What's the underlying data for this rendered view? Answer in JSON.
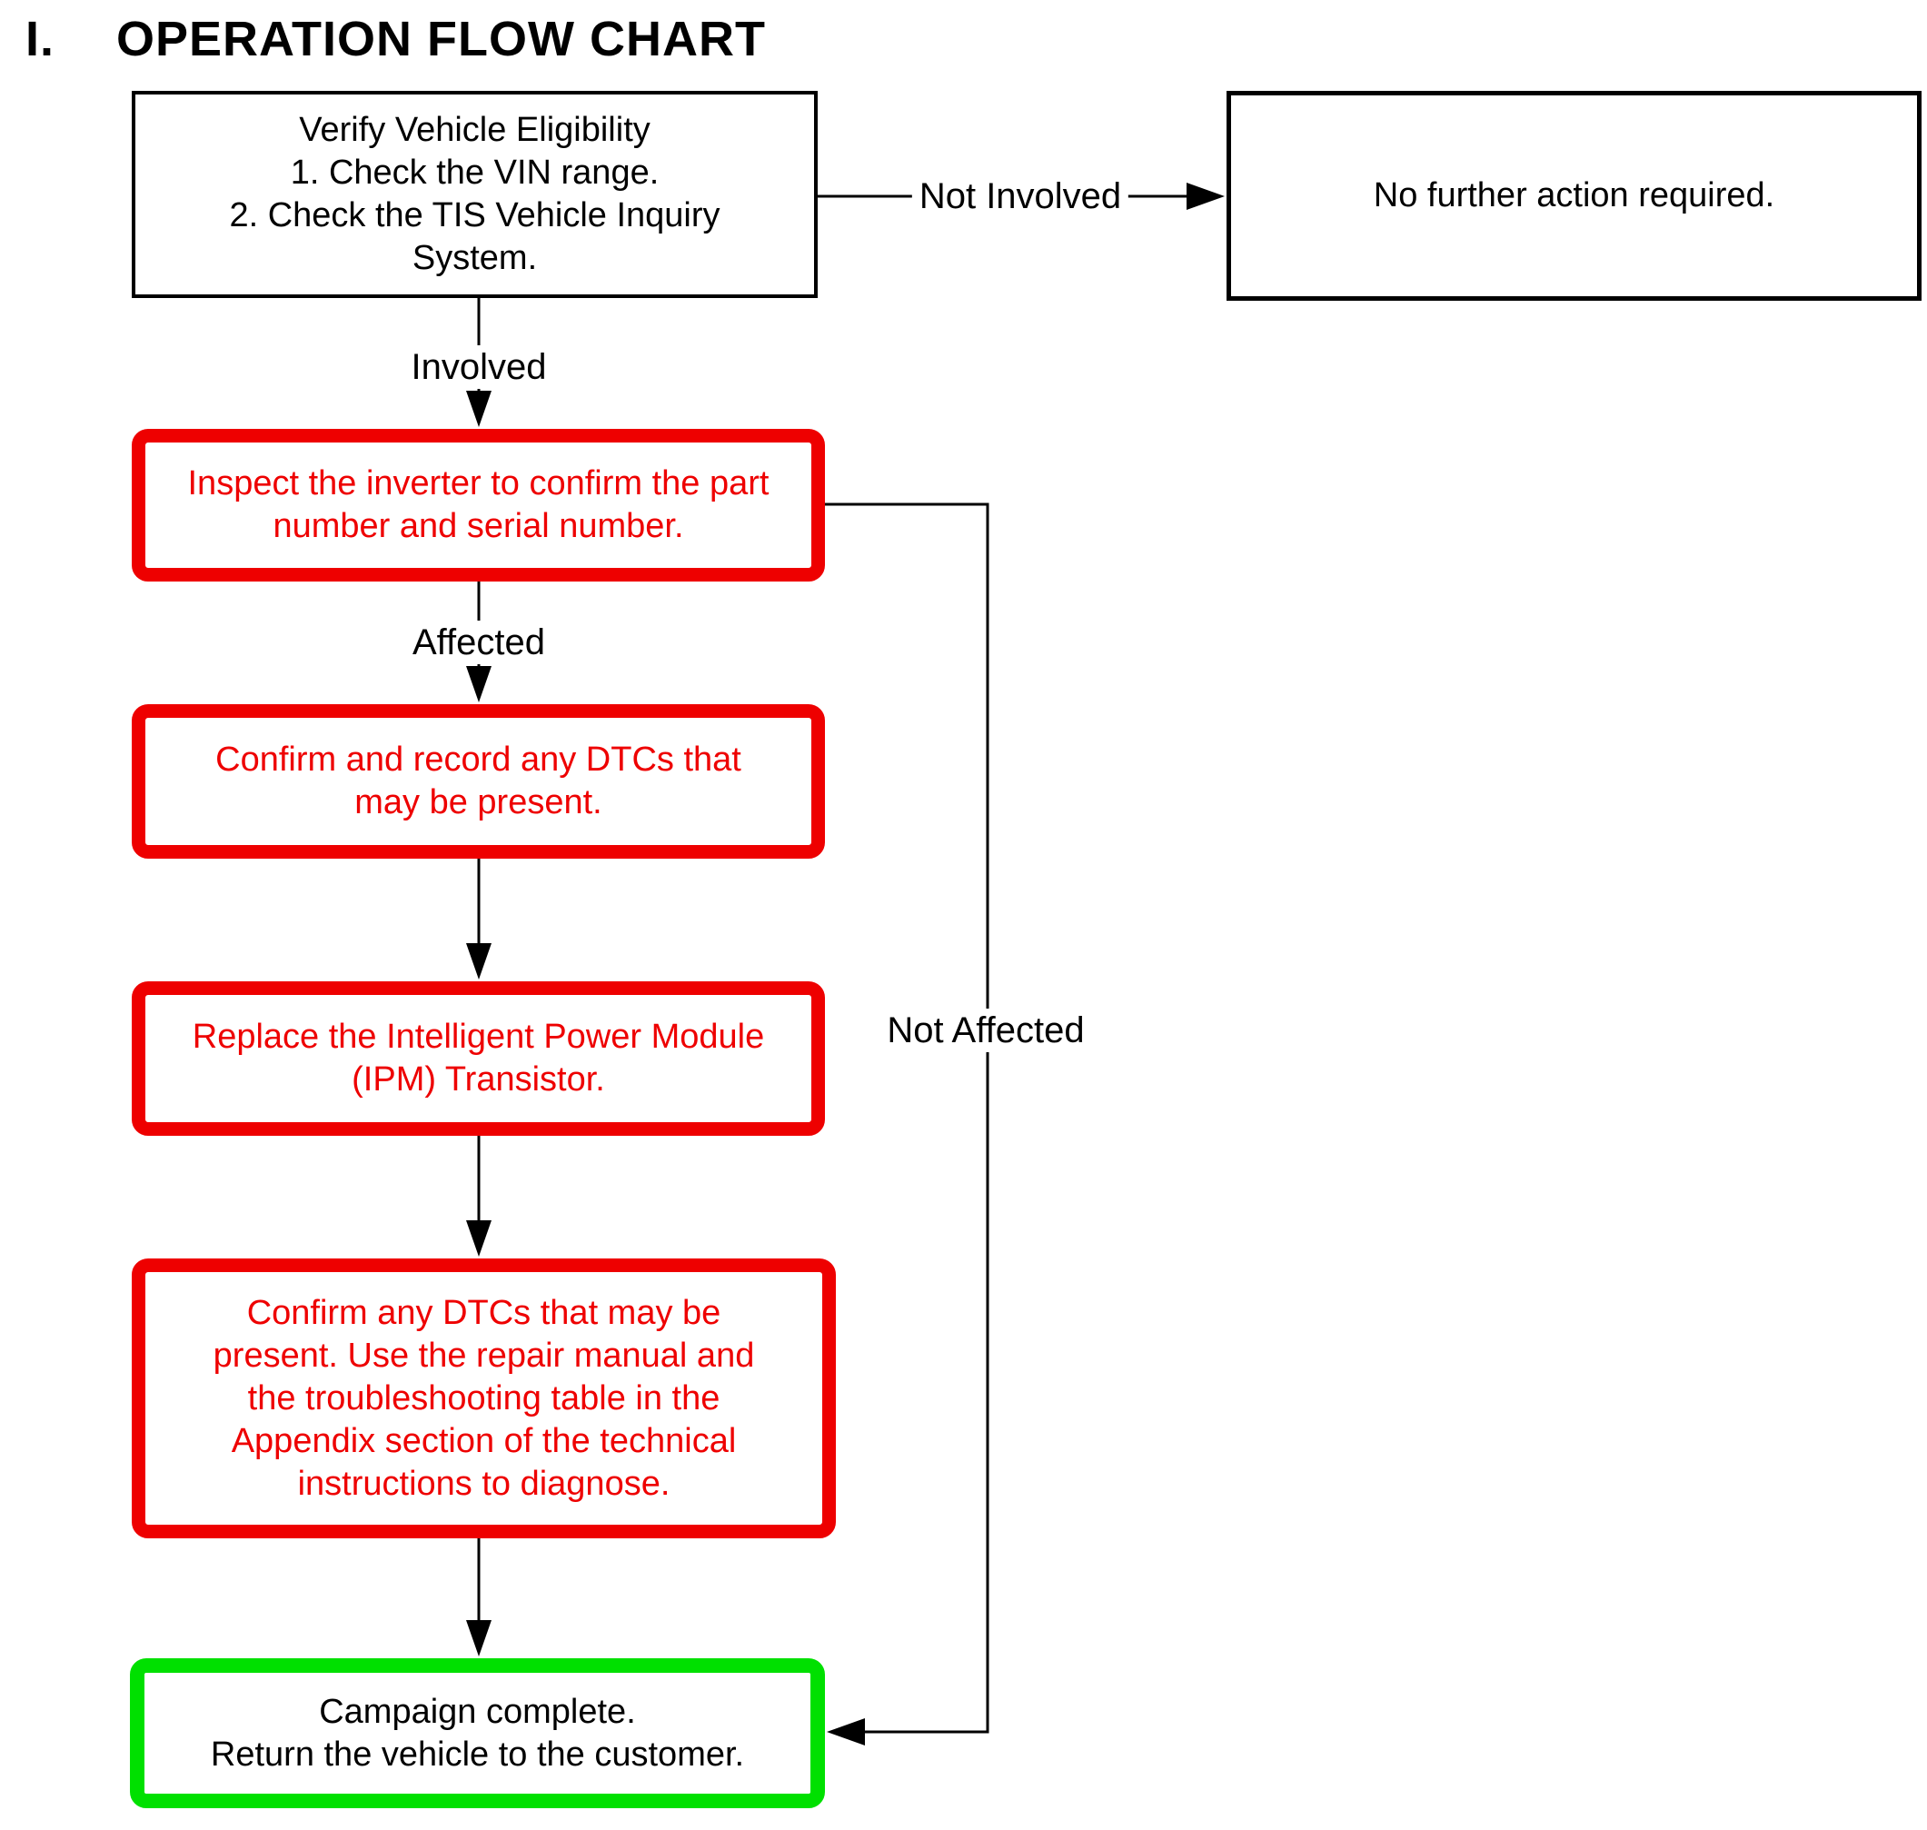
{
  "title": {
    "numeral": "I.",
    "text": "OPERATION FLOW CHART"
  },
  "nodes": {
    "verify": {
      "text": "Verify Vehicle Eligibility\n1. Check the VIN range.\n2. Check the TIS Vehicle Inquiry\nSystem."
    },
    "no_action": {
      "text": "No further action required."
    },
    "inspect": {
      "text": "Inspect the inverter to confirm the part\nnumber and serial number."
    },
    "confirm_record": {
      "text": "Confirm and record any DTCs that\nmay be present."
    },
    "replace": {
      "text": "Replace the Intelligent Power Module\n(IPM) Transistor."
    },
    "confirm_diagnose": {
      "text": "Confirm any DTCs that may be\npresent. Use the repair manual and\nthe troubleshooting table in the\nAppendix section of the technical\ninstructions to diagnose."
    },
    "complete": {
      "text": "Campaign complete.\nReturn the vehicle to the customer."
    }
  },
  "edge_labels": {
    "not_involved": "Not Involved",
    "involved": "Involved",
    "affected": "Affected",
    "not_affected": "Not Affected"
  },
  "colors": {
    "action_box_red": "#ee0000",
    "complete_box_green": "#00e000",
    "line_black": "#000000"
  }
}
